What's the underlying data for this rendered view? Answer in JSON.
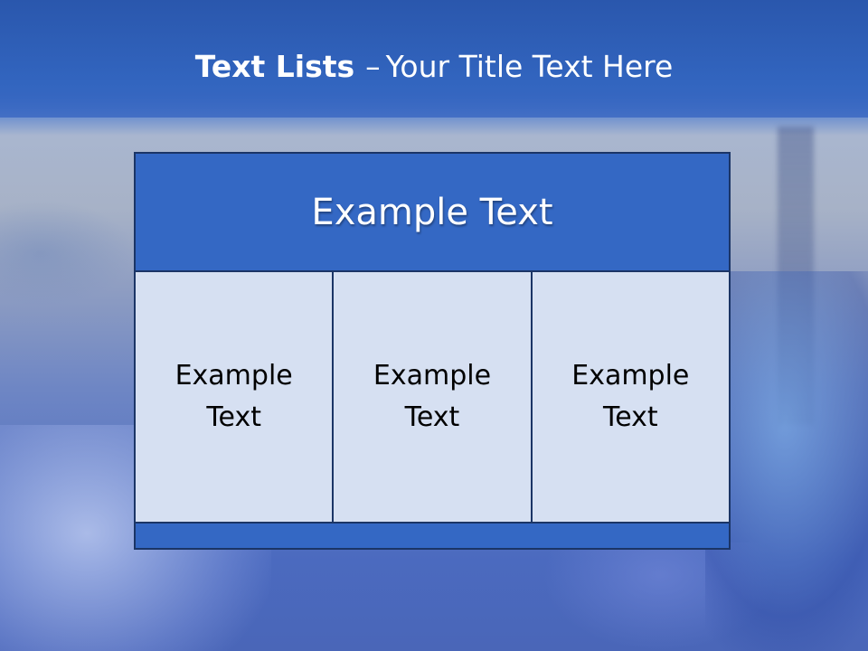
{
  "slide": {
    "title_bold": "Text Lists",
    "title_dash": "–",
    "title_rest": "Your Title Text Here"
  },
  "table": {
    "header": "Example Text",
    "cells": [
      "Example Text",
      "Example Text",
      "Example Text"
    ]
  },
  "colors": {
    "header_blue": "#3468c4",
    "cell_fill": "#d6e0f2",
    "border": "#1b3566",
    "title_text": "#ffffff"
  }
}
